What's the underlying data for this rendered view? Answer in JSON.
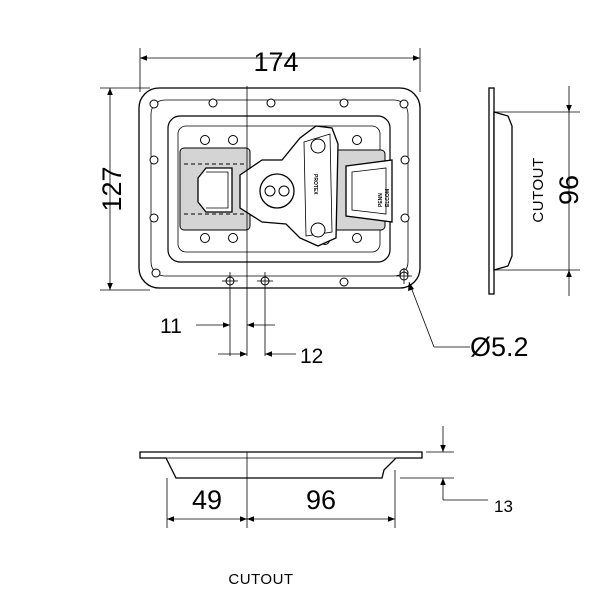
{
  "dimensions": {
    "overall_width": "174",
    "overall_height": "127",
    "hole_offset_left": "11",
    "hole_offset_right": "12",
    "hole_diameter": "Ø5.2",
    "side_cutout": "96",
    "bottom_left": "49",
    "bottom_cutout": "96",
    "depth": "13"
  },
  "labels": {
    "cutout_side": "CUTOUT",
    "cutout_bottom": "CUTOUT",
    "handle_mark": "PROTEX",
    "lock_mark_1": "PENN",
    "lock_mark_2": "ELCOM"
  }
}
